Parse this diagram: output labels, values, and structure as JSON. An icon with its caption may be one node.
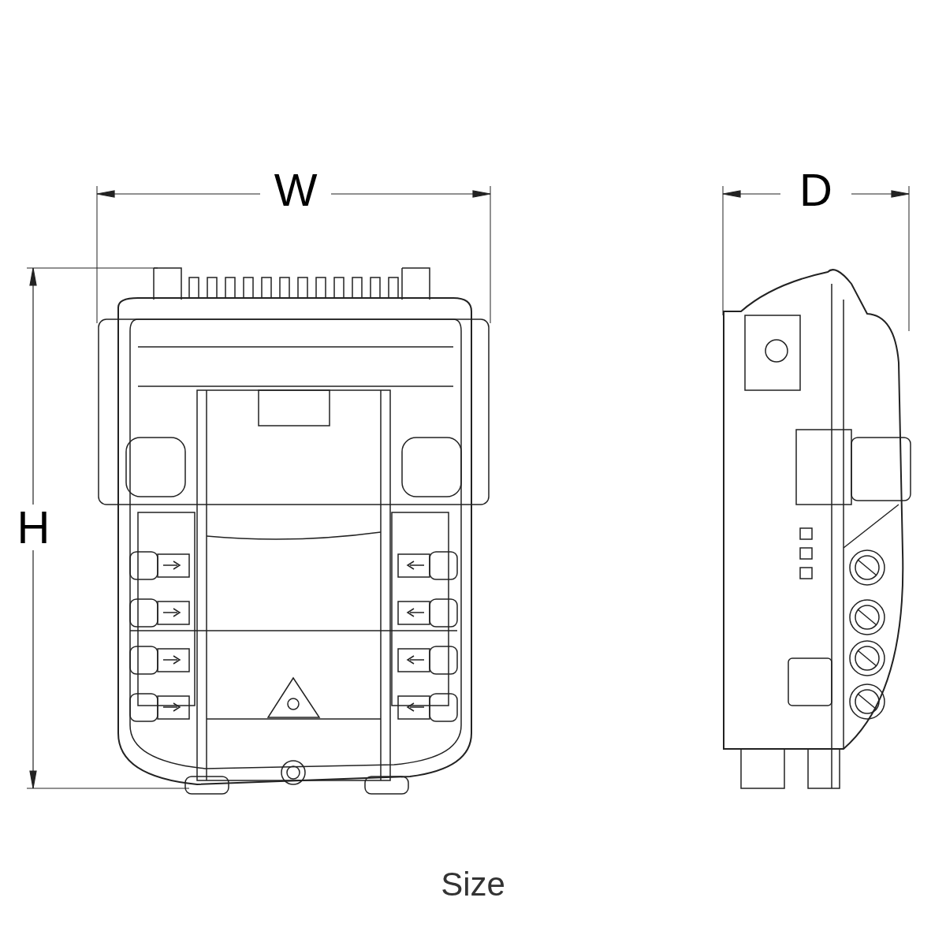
{
  "diagram": {
    "caption": "Size",
    "labels": [
      "W",
      "D",
      "H"
    ]
  }
}
